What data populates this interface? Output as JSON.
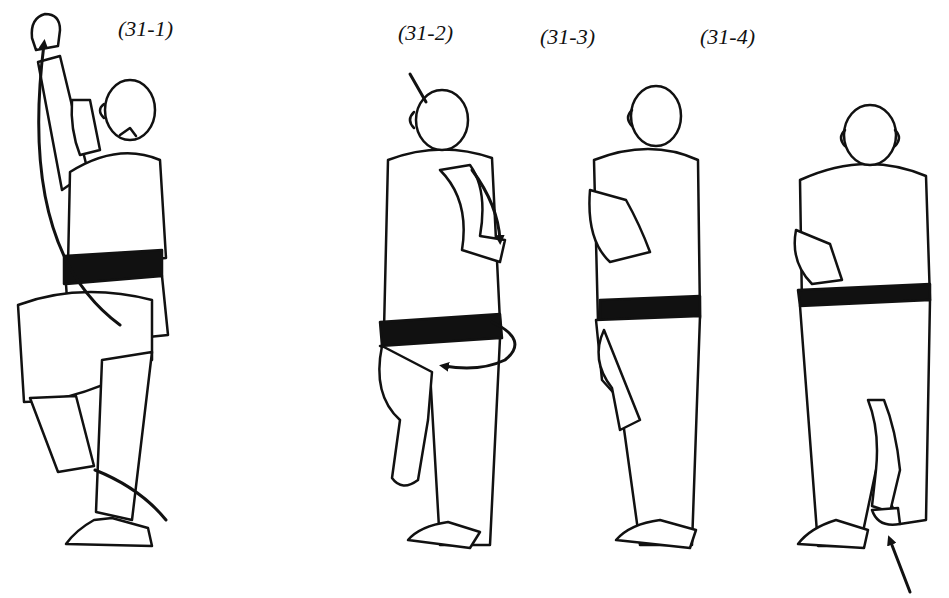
{
  "diagram": {
    "labels": [
      "(31-1)",
      "(31-2)",
      "(31-3)",
      "(31-4)"
    ]
  }
}
